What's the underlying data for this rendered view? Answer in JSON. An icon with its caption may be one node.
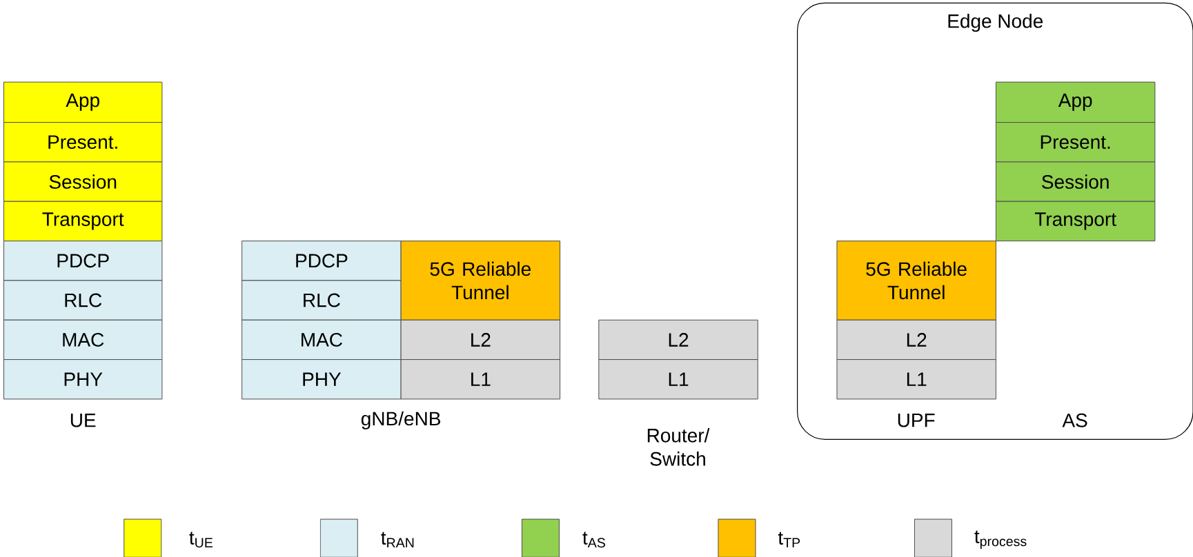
{
  "diagram": {
    "nodes": [
      {
        "text": [
          "Edge Node"
        ]
      },
      {
        "text": [
          "App"
        ]
      },
      {
        "text": [
          "Present."
        ]
      },
      {
        "text": [
          "Session"
        ]
      },
      {
        "text": [
          "Transport"
        ]
      },
      {
        "text": [
          "PDCP"
        ]
      },
      {
        "text": [
          "RLC"
        ]
      },
      {
        "text": [
          "MAC"
        ]
      },
      {
        "text": [
          "PHY"
        ]
      },
      {
        "text": [
          "PDCP"
        ]
      },
      {
        "text": [
          "RLC"
        ]
      },
      {
        "text": [
          "5G Reliable Tunnel"
        ]
      },
      {
        "text": [
          "MAC"
        ]
      },
      {
        "text": [
          "L2"
        ]
      },
      {
        "text": [
          "PHY"
        ]
      },
      {
        "text": [
          "L1"
        ]
      },
      {
        "text": [
          "L2"
        ]
      },
      {
        "text": [
          "L1"
        ]
      },
      {
        "text": [
          "App"
        ],
        "in": 0
      },
      {
        "text": [
          "Present."
        ],
        "in": 0
      },
      {
        "text": [
          "Session"
        ],
        "in": 0
      },
      {
        "text": [
          "Transport"
        ],
        "in": 0
      },
      {
        "text": [
          "5G Reliable Tunnel"
        ],
        "in": 0
      },
      {
        "text": [
          "L2"
        ],
        "in": 0
      },
      {
        "text": [
          "L1"
        ],
        "in": 0
      }
    ],
    "labels": [
      "UE",
      "gNB/eNB",
      "Router/ Switch",
      "UPF",
      "AS"
    ],
    "legend": [
      {
        "text": "t$_{UE}$",
        "color": "#ffff00"
      },
      {
        "text": "t$_{RAN}$",
        "color": "#daeef3"
      },
      {
        "text": "t$_{AS}$",
        "color": "#92d050"
      },
      {
        "text": "t$_{TP}$",
        "color": "#ffc000"
      },
      {
        "text": "t$_{process}$",
        "color": "#d9d9d9"
      }
    ]
  }
}
